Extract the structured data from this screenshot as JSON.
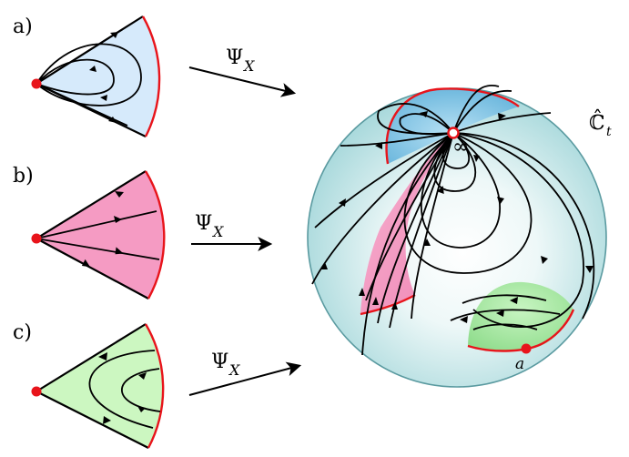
{
  "panels": [
    {
      "label": "a)",
      "map_label": "Ψ",
      "map_sub": "X",
      "fill": "#d6eafb"
    },
    {
      "label": "b)",
      "map_label": "Ψ",
      "map_sub": "X",
      "fill": "#f59bc3"
    },
    {
      "label": "c)",
      "map_label": "Ψ",
      "map_sub": "X",
      "fill": "#ccf7c1"
    }
  ],
  "sphere": {
    "label": "ℂ̂",
    "label_sub": "t",
    "infinity_label": "∞",
    "point_label": "a",
    "colors": {
      "sphere": "#bfe4e6",
      "sphere_edge": "#5a9aa0",
      "blue": "#8ccbe8",
      "pink": "#f59bc3",
      "green": "#a6e9a2",
      "red": "#e8141b"
    }
  }
}
